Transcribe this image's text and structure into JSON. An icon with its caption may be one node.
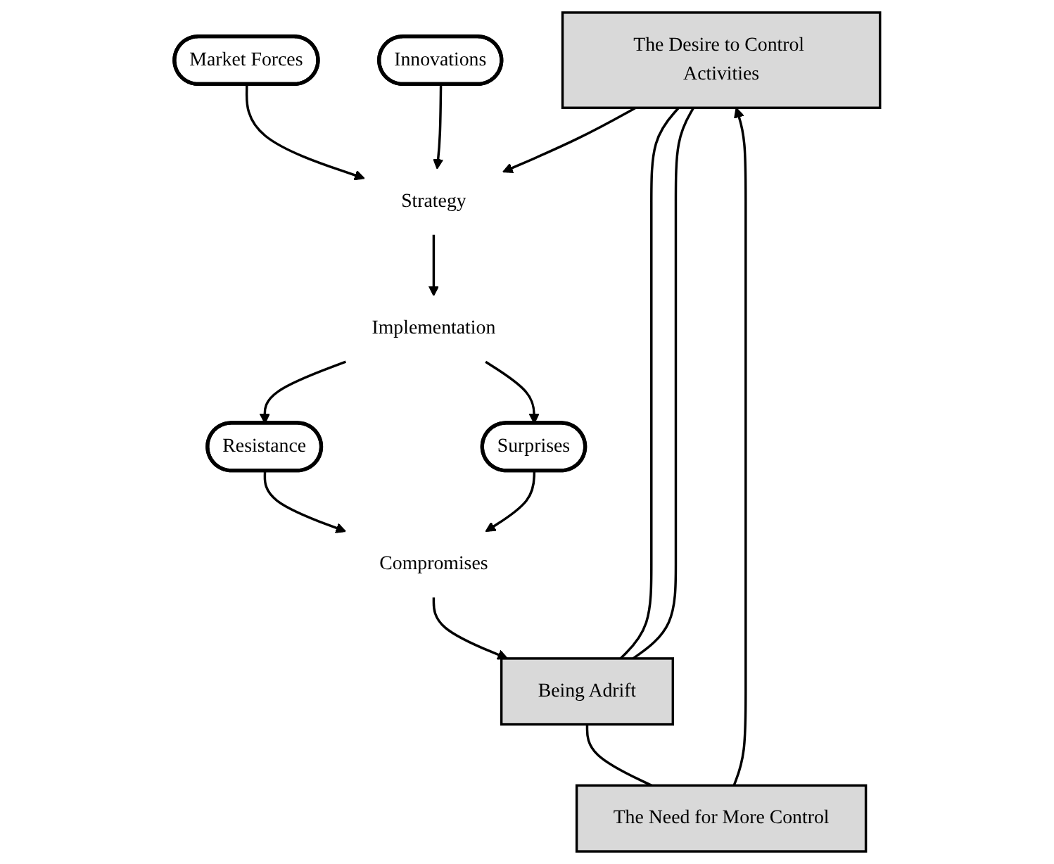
{
  "diagram": {
    "nodes": [
      {
        "text": [
          "The Desire to Control Activities"
        ]
      },
      {
        "text": [
          "Market Forces"
        ]
      },
      {
        "text": [
          "Strategy"
        ]
      },
      {
        "text": [
          "Innovations"
        ]
      },
      {
        "text": [
          "Implementation"
        ]
      },
      {
        "text": [
          "Resistance"
        ]
      },
      {
        "text": [
          "Compromises"
        ]
      },
      {
        "text": [
          "Surprises"
        ]
      },
      {
        "text": [
          "Being Adrift"
        ]
      },
      {
        "text": [
          "The Need for More Control"
        ]
      }
    ],
    "edges": [
      {
        "from": 0,
        "to": 2,
        "arrow": "to"
      },
      {
        "from": 1,
        "to": 2,
        "arrow": "to"
      },
      {
        "from": 3,
        "to": 2,
        "arrow": "to"
      },
      {
        "from": 2,
        "to": 4,
        "arrow": "to"
      },
      {
        "from": 4,
        "to": 5,
        "arrow": "to"
      },
      {
        "from": 4,
        "to": 7,
        "arrow": "to"
      },
      {
        "from": 5,
        "to": 6,
        "arrow": "to"
      },
      {
        "from": 7,
        "to": 6,
        "arrow": "to"
      },
      {
        "from": 6,
        "to": 8,
        "arrow": "to"
      },
      {
        "from": 8,
        "to": 0,
        "arrow": "none"
      },
      {
        "from": 0,
        "to": 8,
        "arrow": "none"
      },
      {
        "from": 8,
        "to": 9,
        "arrow": "none"
      },
      {
        "from": 9,
        "to": 0,
        "arrow": "to"
      }
    ]
  }
}
